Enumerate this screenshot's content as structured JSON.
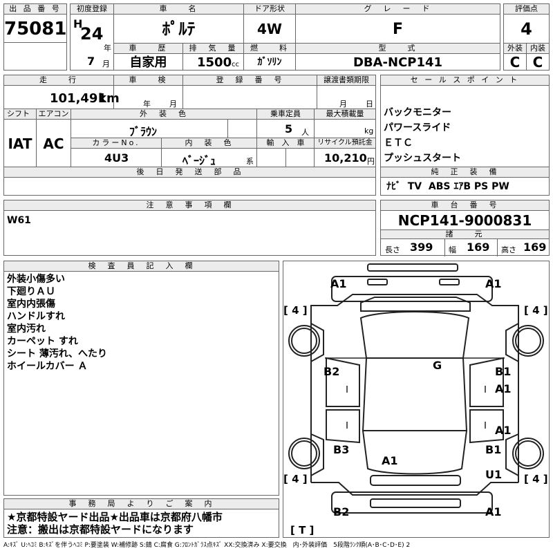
{
  "top": {
    "lot_label": "出 品 番 号",
    "lot_value": "75081",
    "reg_label": "初度登録",
    "era": "H",
    "reg_year": "24",
    "year_unit": "年",
    "reg_month": "7",
    "month_unit": "月",
    "car_name_label": "車　　名",
    "car_name": "ﾎﾟﾙﾃ",
    "door_label": "ドア形状",
    "door_value": "4W",
    "grade_label": "グ　レ　ー　ド",
    "grade_value": "F",
    "score_label": "評価点",
    "score_value": "4",
    "history_label": "車　　歴",
    "history_value": "自家用",
    "displacement_label": "排　気　量",
    "displacement_value": "1500",
    "displacement_unit": "cc",
    "fuel_label": "燃　　料",
    "fuel_value": "ｶﾞｿﾘﾝ",
    "model_label": "型　　式",
    "model_value": "DBA-NCP141",
    "ext_label": "外装",
    "int_label": "内装",
    "ext_grade": "C",
    "int_grade": "C"
  },
  "mid": {
    "mileage_label": "走　　行",
    "mileage_value": "101,491",
    "mileage_unit": "km",
    "inspection_label": "車　　検",
    "inspection_year_unit": "年",
    "inspection_month_unit": "月",
    "reg_no_label": "登　録　番　号",
    "manual_label": "譲渡書類期限",
    "manual_month_unit": "月",
    "manual_day_unit": "日",
    "shift_label": "シフト",
    "ac_label": "エアコン",
    "shift_value": "IAT",
    "ac_value": "AC",
    "color_label": "外　装　色",
    "color_value": "ﾌﾞﾗｳﾝ",
    "capacity_label": "乗車定員",
    "capacity_value": "5",
    "capacity_unit": "人",
    "load_label": "最大積載量",
    "load_unit": "kg",
    "colorno_label": "カラーNo.",
    "colorno_value": "4U3",
    "interior_label": "内　装　色",
    "interior_value": "ﾍﾞｰｼﾞｭ",
    "interior_unit": "系",
    "import_label": "輸　入　車",
    "recycle_label": "リサイクル預託金",
    "recycle_value": "10,210",
    "recycle_unit": "円",
    "later_label": "後　日　発　送　部　品"
  },
  "sales": {
    "label": "セ ー ル ス ポ イ ン ト",
    "points": [
      "バックモニター",
      "パワースライド",
      "ＥＴＣ",
      "プッシュスタート"
    ],
    "equip_label": "純　正　装　備",
    "equip_value": "ﾅﾋﾞ  TV  ABS ｴｱB PS PW"
  },
  "notes": {
    "label": "注　意　事　項　欄",
    "value": "W61"
  },
  "chassis": {
    "label": "車　台　番　号",
    "value": "NCP141-9000831",
    "dims_label": "諸　　元",
    "length_label": "長さ",
    "length_value": "399",
    "width_label": "幅",
    "width_value": "169",
    "height_label": "高さ",
    "height_value": "169"
  },
  "inspector": {
    "label": "検　査　員　記　入　欄",
    "lines": [
      "外装小傷多い",
      "下廻りＡＵ",
      "室内内張傷",
      "ハンドルすれ",
      "室内汚れ",
      "カーペット すれ",
      "シート 薄汚れ、へたり",
      "ホイールカバー Ａ"
    ]
  },
  "office": {
    "label": "事　務　局　よ　り　ご　案　内",
    "line1": "★京都特設ヤード出品★出品車は京都府八幡市",
    "line2": "注意：搬出は京都特設ヤードになります"
  },
  "legend": "A:ｷｽﾞ U:ﾍｺﾐ B:ｷｽﾞを伴うﾍｺﾐ P:要塗装 W:補修跡 S:錆 C:腐食 G:ﾌﾛﾝﾄｶﾞﾗｽ点ｷｽﾞ XX:交換済み X:要交換　内･外装評価　5段階ﾗﾝｸ順(A･B･C･D･E) 2",
  "diagram": {
    "marks": {
      "fl": "A1",
      "fr": "A1",
      "tire_fl": "[ 4 ]",
      "tire_fr": "[ 4 ]",
      "tire_rl": "[ 4 ]",
      "tire_rr": "[ 4 ]",
      "glass": "G",
      "b2_left": "B2",
      "b1_right": "B1",
      "a1_right1": "A1",
      "a1_right2": "A1",
      "b3_left": "B3",
      "a1_center": "A1",
      "b1_right2": "B1",
      "u1_right": "U1",
      "rl": "B2",
      "rr": "A1",
      "spare": "[ T ]"
    }
  }
}
